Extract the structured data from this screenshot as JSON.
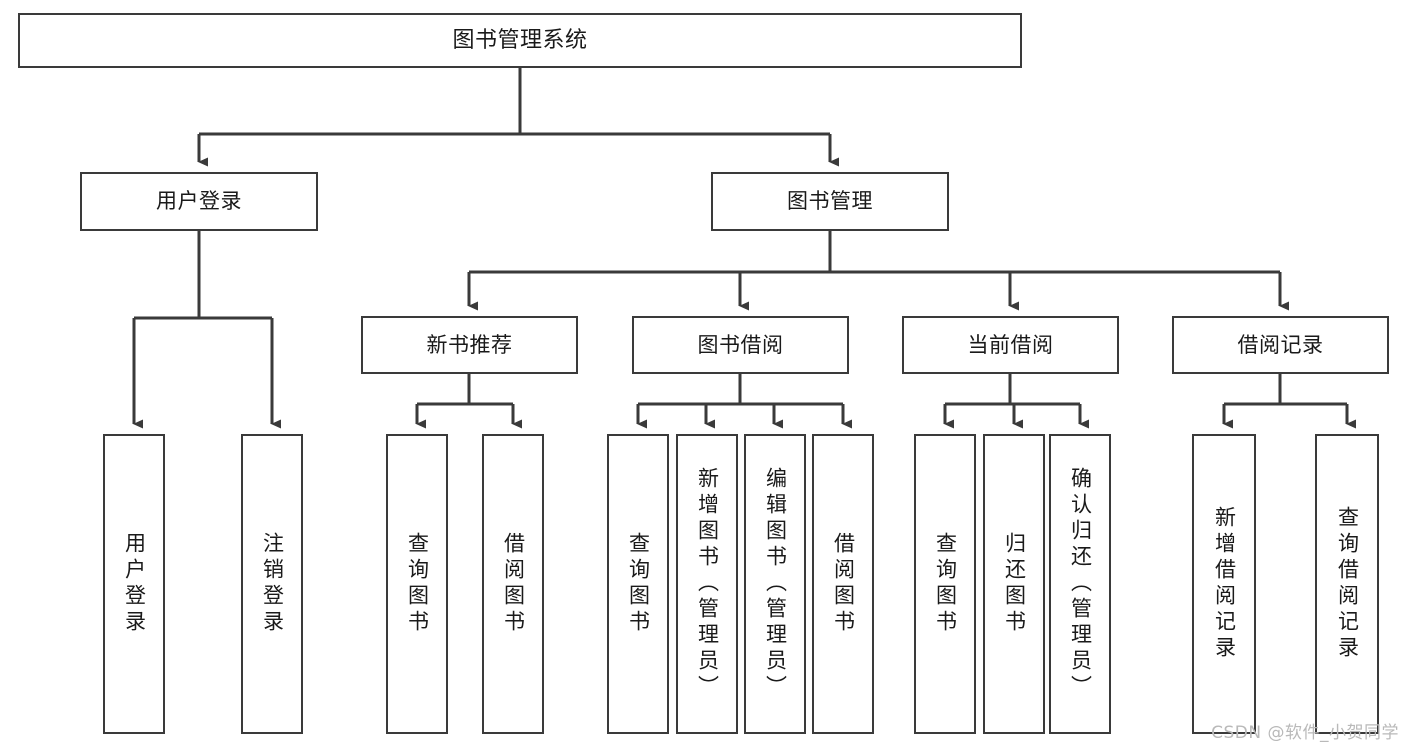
{
  "diagram": {
    "title": "图书管理系统",
    "type": "tree-hierarchy",
    "watermark": "CSDN @软件_小贺同学",
    "colors": {
      "node_border": "#3a3a3a",
      "node_fill": "#ffffff",
      "edge": "#3a3a3a",
      "text": "#1a1a1a",
      "watermark": "#b9b9b9"
    },
    "nodes": {
      "root": {
        "label": "图书管理系统"
      },
      "level2": [
        {
          "id": "user-login",
          "label": "用户登录"
        },
        {
          "id": "book-manage",
          "label": "图书管理"
        }
      ],
      "level3": [
        {
          "id": "new-book-recommend",
          "label": "新书推荐"
        },
        {
          "id": "book-borrow",
          "label": "图书借阅"
        },
        {
          "id": "current-borrow",
          "label": "当前借阅"
        },
        {
          "id": "borrow-record",
          "label": "借阅记录"
        }
      ],
      "leaves": {
        "user_login": [
          {
            "id": "leaf-user-login",
            "label": "用户登录"
          },
          {
            "id": "leaf-logout-login",
            "label": "注销登录"
          }
        ],
        "new_book_recommend": [
          {
            "id": "leaf-query-book-1",
            "label": "查询图书"
          },
          {
            "id": "leaf-borrow-book-1",
            "label": "借阅图书"
          }
        ],
        "book_borrow": [
          {
            "id": "leaf-query-book-2",
            "label": "查询图书"
          },
          {
            "id": "leaf-add-book",
            "label": "新增图书（管理员）"
          },
          {
            "id": "leaf-edit-book",
            "label": "编辑图书（管理员）"
          },
          {
            "id": "leaf-borrow-book-2",
            "label": "借阅图书"
          }
        ],
        "current_borrow": [
          {
            "id": "leaf-query-book-3",
            "label": "查询图书"
          },
          {
            "id": "leaf-return-book",
            "label": "归还图书"
          },
          {
            "id": "leaf-confirm-return",
            "label": "确认归还（管理员）"
          }
        ],
        "borrow_record": [
          {
            "id": "leaf-add-borrow-record",
            "label": "新增借阅记录"
          },
          {
            "id": "leaf-query-borrow-record",
            "label": "查询借阅记录"
          }
        ]
      }
    }
  }
}
